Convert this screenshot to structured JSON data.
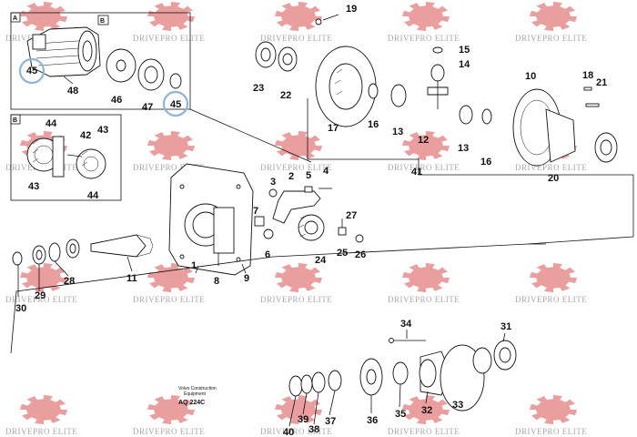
{
  "watermark": {
    "text": "DRIVEPRO ELITE",
    "gear_color": "#e88e8e"
  },
  "inset_a": {
    "label": "A",
    "sub_label": "B"
  },
  "inset_b": {
    "label": "B"
  },
  "caption": {
    "line1": "Volvo Construction",
    "line2": "Equipment",
    "ref": "AQ 224C"
  },
  "highlight_color": "#8fb4d9",
  "part_numbers": {
    "p1": "1",
    "p2": "2",
    "p3": "3",
    "p4": "4",
    "p5": "5",
    "p6": "6",
    "p7": "7",
    "p8": "8",
    "p9": "9",
    "p10": "10",
    "p11": "11",
    "p12": "12",
    "p13a": "13",
    "p13b": "13",
    "p14": "14",
    "p15": "15",
    "p16a": "16",
    "p16b": "16",
    "p17": "17",
    "p18": "18",
    "p19": "19",
    "p20": "20",
    "p21": "21",
    "p22": "22",
    "p23": "23",
    "p24": "24",
    "p25": "25",
    "p26": "26",
    "p27": "27",
    "p28": "28",
    "p29": "29",
    "p30": "30",
    "p31": "31",
    "p32": "32",
    "p33": "33",
    "p34": "34",
    "p35": "35",
    "p36": "36",
    "p37": "37",
    "p38": "38",
    "p39": "39",
    "p40": "40",
    "p41": "41",
    "p42": "42",
    "p43a": "43",
    "p43b": "43",
    "p44a": "44",
    "p44b": "44",
    "p45a": "45",
    "p45b": "45",
    "p46": "46",
    "p47": "47",
    "p48": "48"
  }
}
